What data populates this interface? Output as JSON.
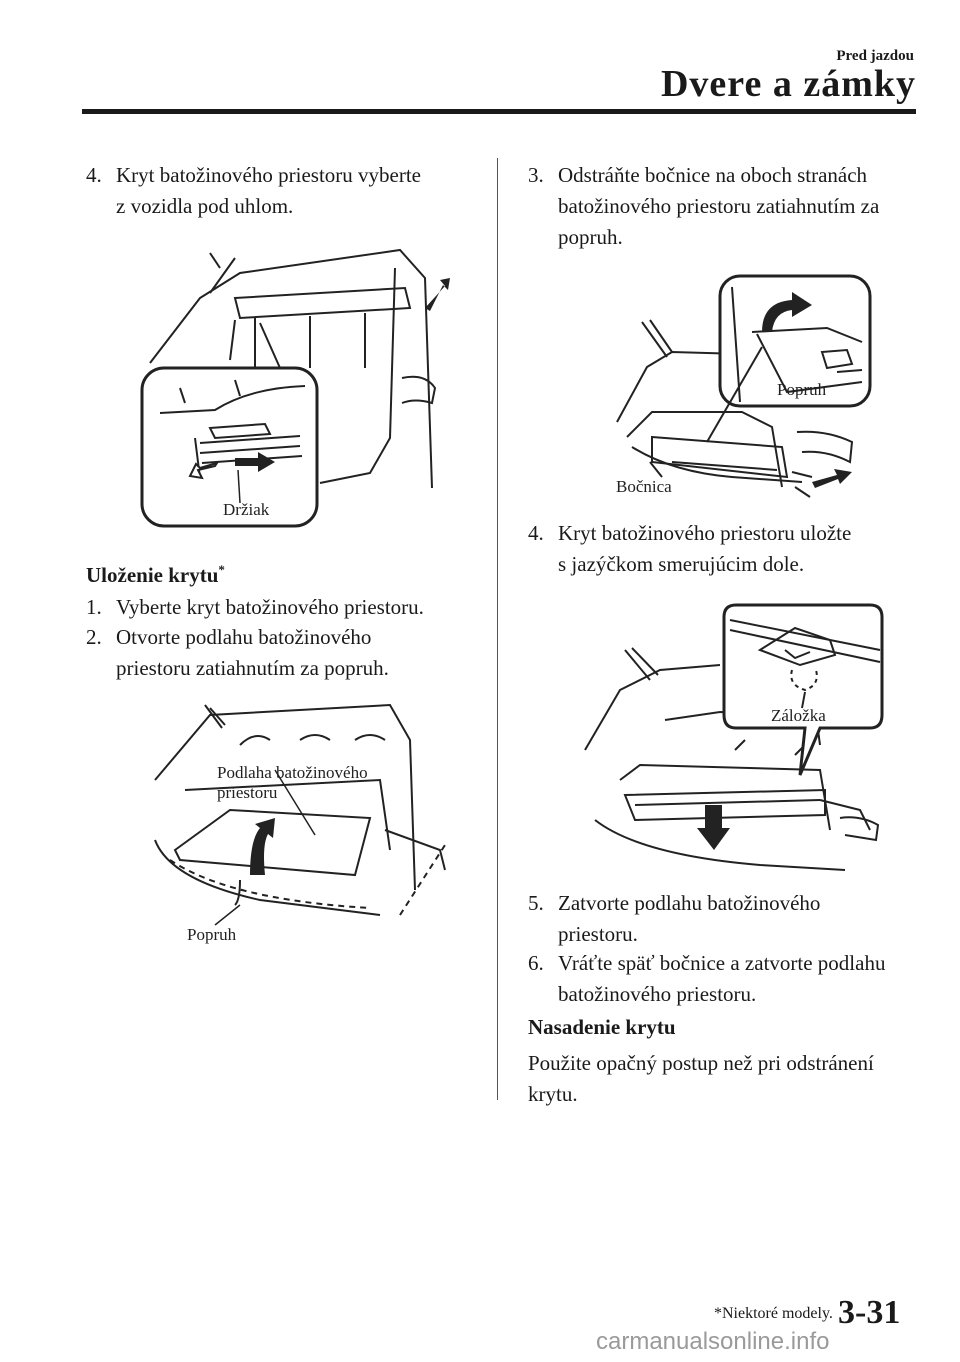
{
  "header": {
    "section": "Pred jazdou",
    "chapter": "Dvere a zámky"
  },
  "left_column": {
    "step4_num": "4.",
    "step4_line1": "Kryt batožinového priestoru vyberte",
    "step4_line2": "z vozidla pod uhlom.",
    "fig1_label": "Držiak",
    "subheading": "Uloženie krytu",
    "subheading_mark": "*",
    "step1_num": "1.",
    "step1_text": "Vyberte kryt batožinového priestoru.",
    "step2_num": "2.",
    "step2_line1": "Otvorte podlahu batožinového",
    "step2_line2": "priestoru zatiahnutím za popruh.",
    "fig2_label_floor_1": "Podlaha batožinového",
    "fig2_label_floor_2": "priestoru",
    "fig2_label_strap": "Popruh"
  },
  "right_column": {
    "step3_num": "3.",
    "step3_line1": "Odstráňte bočnice na oboch stranách",
    "step3_line2": "batožinového priestoru zatiahnutím za",
    "step3_line3": "popruh.",
    "fig3_label_strap": "Popruh",
    "fig3_label_side": "Bočnica",
    "step4_num": "4.",
    "step4_line1": "Kryt batožinového priestoru uložte",
    "step4_line2": "s jazýčkom smerujúcim dole.",
    "fig4_label": "Záložka",
    "step5_num": "5.",
    "step5_line1": "Zatvorte podlahu batožinového",
    "step5_line2": "priestoru.",
    "step6_num": "6.",
    "step6_line1": "Vráťte späť bočnice a zatvorte podlahu",
    "step6_line2": "batožinového priestoru.",
    "subheading": "Nasadenie krytu",
    "para_line1": "Použite opačný postup než pri odstránení",
    "para_line2": "krytu."
  },
  "footer": {
    "footnote": "*Niektoré modely.",
    "page_number": "3-31",
    "watermark": "carmanualsonline.info"
  }
}
